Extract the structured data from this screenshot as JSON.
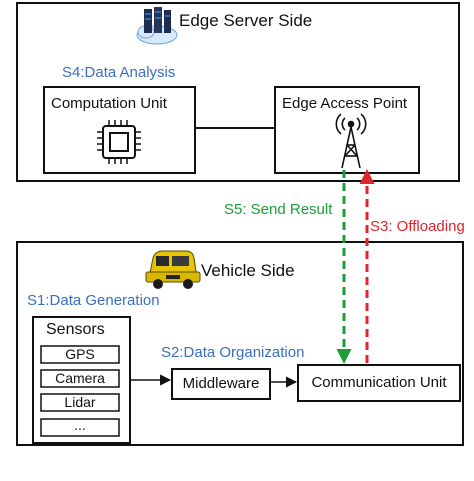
{
  "edge": {
    "title": "Edge Server Side",
    "step": "S4:Data Analysis",
    "computation_unit": "Computation Unit",
    "access_point": "Edge Access Point"
  },
  "links": {
    "send_result": "S5: Send Result",
    "offloading": "S3: Offloading"
  },
  "vehicle": {
    "title": "Vehicle Side",
    "step_generation": "S1:Data Generation",
    "step_organization": "S2:Data Organization",
    "sensors_title": "Sensors",
    "sensors": [
      "GPS",
      "Camera",
      "Lidar",
      "..."
    ],
    "middleware": "Middleware",
    "communication_unit": "Communication Unit"
  },
  "icons": [
    "server-cloud-icon",
    "chip-icon",
    "antenna-tower-icon",
    "vehicle-icon"
  ],
  "colors": {
    "step_text": "#3a6fbf",
    "send_result": "#1e9e3a",
    "offloading": "#e0262a"
  }
}
